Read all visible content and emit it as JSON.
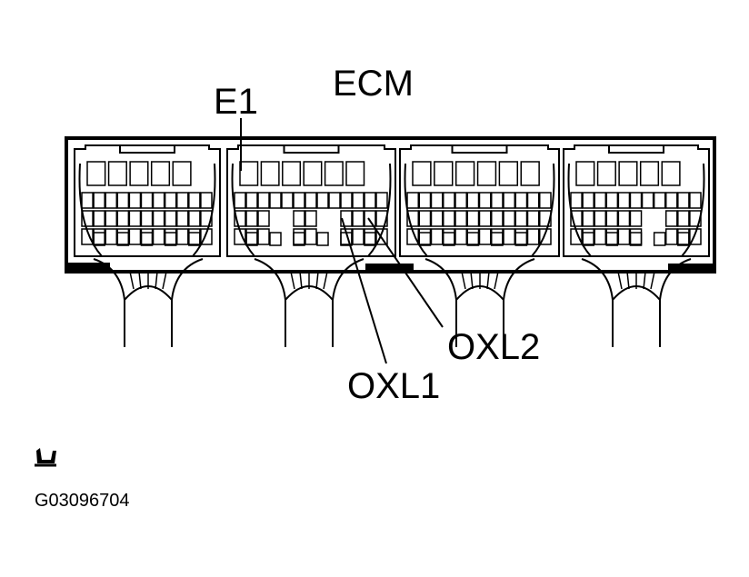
{
  "diagram": {
    "title": "ECM",
    "terminals": [
      {
        "label": "E1"
      },
      {
        "label": "OXL2"
      },
      {
        "label": "OXL1"
      }
    ],
    "figure_code": "G03096704",
    "stroke_color": "#000000",
    "background": "#ffffff",
    "icons": [
      "seat-symbol-icon"
    ]
  }
}
